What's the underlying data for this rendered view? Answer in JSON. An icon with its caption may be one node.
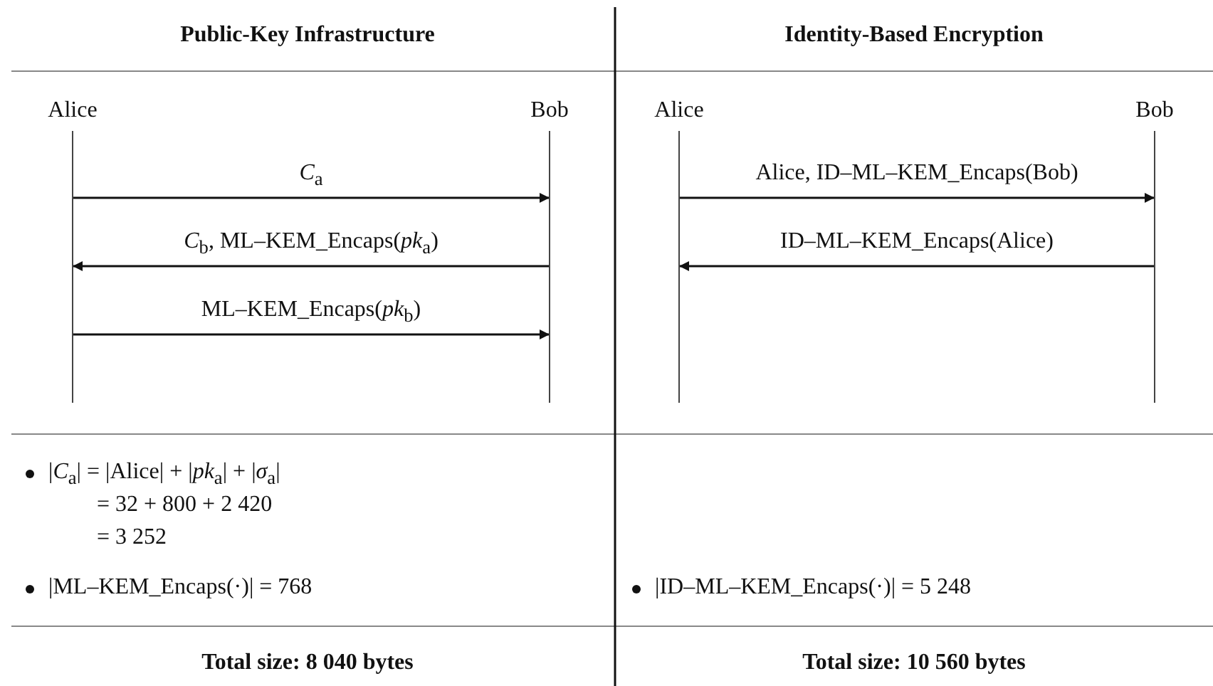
{
  "diagram": {
    "nodes": [
      {
        "text": [
          "Alice"
        ]
      },
      {
        "text": [
          "Bob"
        ]
      },
      {
        "text": [
          "Alice"
        ]
      },
      {
        "text": [
          "Bob"
        ]
      }
    ],
    "edges": [
      {
        "from": 0,
        "to": 1,
        "arrow": "to",
        "label": "*C*$_{a}$"
      },
      {
        "from": 1,
        "to": 0,
        "arrow": "to",
        "label": "*C*$_{b}$, ML–KEM_Encaps(*pk*$_{a}$)"
      },
      {
        "from": 0,
        "to": 1,
        "arrow": "to",
        "label": "ML–KEM_Encaps(*pk*$_{b}$)"
      },
      {
        "from": 2,
        "to": 3,
        "arrow": "to",
        "label": "Alice, ID–ML–KEM_Encaps(Bob)"
      },
      {
        "from": 3,
        "to": 2,
        "arrow": "to",
        "label": "ID–ML–KEM_Encaps(Alice)"
      }
    ],
    "labels": [
      "Public-Key Infrastructure",
      "Identity-Based Encryption",
      "|*C*$_{a}$| = |Alice| + |*pk*$_{a}$| + |*σ*$_{a}$|",
      "= 32 + 800 + 2 420",
      "= 3 252",
      "|ML–KEM_Encaps(·)| = 768",
      "|ID–ML–KEM_Encaps(·)| = 5 248",
      "Total size: 8 040 bytes",
      "Total size: 10 560 bytes"
    ]
  }
}
